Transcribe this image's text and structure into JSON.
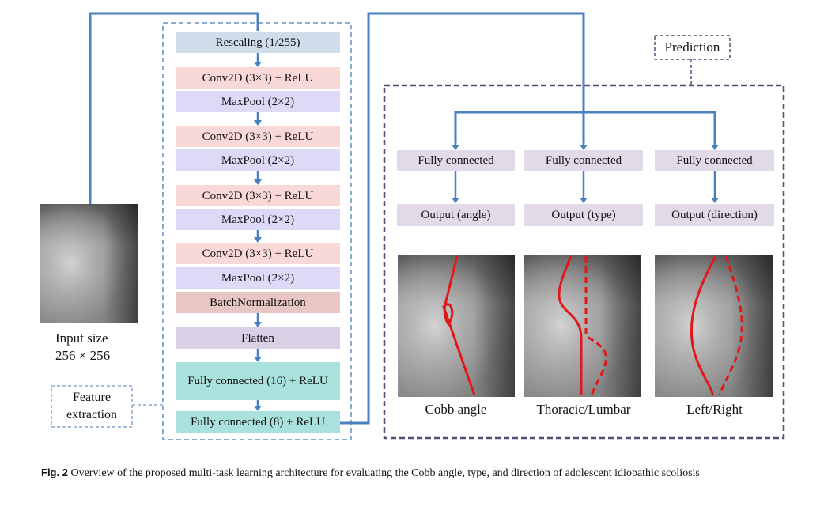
{
  "input": {
    "size_label": "Input size",
    "size_value": "256 × 256"
  },
  "feature_extraction_label": "Feature extraction",
  "prediction_label": "Prediction",
  "layers": [
    {
      "label": "Rescaling (1/255)",
      "kind": "rescale"
    },
    {
      "label": "Conv2D (3×3) + ReLU",
      "kind": "conv"
    },
    {
      "label": "MaxPool (2×2)",
      "kind": "pool"
    },
    {
      "label": "Conv2D (3×3) + ReLU",
      "kind": "conv"
    },
    {
      "label": "MaxPool (2×2)",
      "kind": "pool"
    },
    {
      "label": "Conv2D (3×3) + ReLU",
      "kind": "conv"
    },
    {
      "label": "MaxPool (2×2)",
      "kind": "pool"
    },
    {
      "label": "Conv2D (3×3) + ReLU",
      "kind": "conv"
    },
    {
      "label": "MaxPool (2×2)",
      "kind": "pool"
    },
    {
      "label": "BatchNormalization",
      "kind": "batchnorm"
    },
    {
      "label": "Flatten",
      "kind": "flatten"
    },
    {
      "label": "Fully connected (16) + ReLU",
      "kind": "fc"
    },
    {
      "label": "Fully connected (8) + ReLU",
      "kind": "fc"
    }
  ],
  "heads": [
    {
      "fc_label": "Fully connected",
      "output_label": "Output (angle)",
      "image_caption": "Cobb angle"
    },
    {
      "fc_label": "Fully connected",
      "output_label": "Output (type)",
      "image_caption": "Thoracic/Lumbar"
    },
    {
      "fc_label": "Fully connected",
      "output_label": "Output (direction)",
      "image_caption": "Left/Right"
    }
  ],
  "caption": {
    "label": "Fig. 2",
    "text": "Overview of the proposed multi-task learning architecture for evaluating the Cobb angle, type, and direction of adolescent idiopathic scoliosis"
  },
  "colors": {
    "arrow": "#4a7fc1",
    "feature_box_border": "#8aa9cf",
    "prediction_box_border": "#5a4a78",
    "curve": "#e0181b",
    "rescaling": "#cfdcea",
    "conv": "#f9d9d8",
    "maxpool": "#ddd9f7",
    "batchnorm": "#e8c6c4",
    "flatten": "#d9d0e6",
    "fully_connected": "#a9e1dc",
    "head_boxes": "#e2d9e9"
  }
}
